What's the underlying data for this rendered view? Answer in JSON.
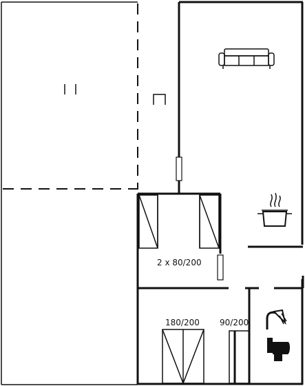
{
  "rooms": {
    "bedroom_twin": {
      "bed_label": "2 x 80/200"
    },
    "bedroom_double": {
      "bed_label": "180/200"
    },
    "bedroom_single": {
      "bed_label": "90/200"
    }
  },
  "icons": [
    "sofa-icon",
    "cooktop-pot-icon",
    "shower-icon",
    "toilet-icon",
    "pillar-marker-icon",
    "window-marker-icon"
  ]
}
